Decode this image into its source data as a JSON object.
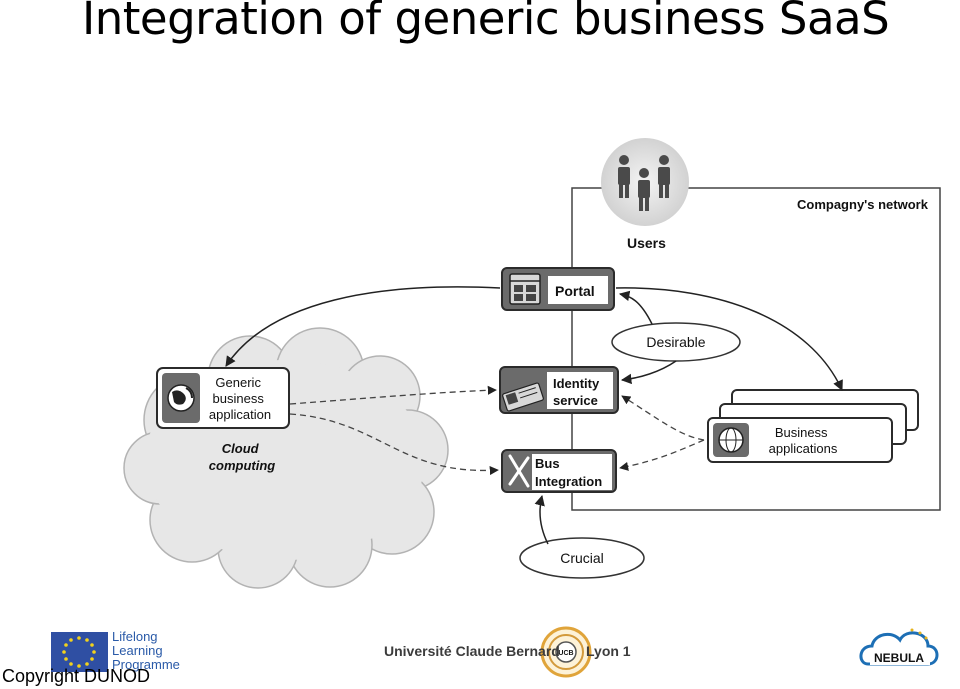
{
  "slide": {
    "title": "Integration of generic business SaaS"
  },
  "diagram": {
    "users_label": "Users",
    "network_label": "Compagny's network",
    "portal_label": "Portal",
    "desirable_label": "Desirable",
    "identity_line1": "Identity",
    "identity_line2": "service",
    "bus_line1": "Bus",
    "bus_line2": "Integration",
    "generic_line1": "Generic",
    "generic_line2": "business",
    "generic_line3": "application",
    "cloud_line1": "Cloud",
    "cloud_line2": "computing",
    "business_line1": "Business",
    "business_line2": "applications",
    "crucial_label": "Crucial"
  },
  "footer": {
    "copyright": "Copyright DUNOD",
    "eu_line1": "Lifelong",
    "eu_line2": "Learning",
    "eu_line3": "Programme",
    "university": "Université Claude Bernard",
    "lyon": "Lyon 1",
    "ucb_mark": "UCB",
    "nebula": "NEBULA"
  },
  "colors": {
    "box_fill": "#6b6b6b",
    "box_border": "#2b2b2b",
    "eu_blue": "#2f4fa3",
    "eu_star": "#f3d21b",
    "nebula_blue": "#1d6fb5"
  }
}
